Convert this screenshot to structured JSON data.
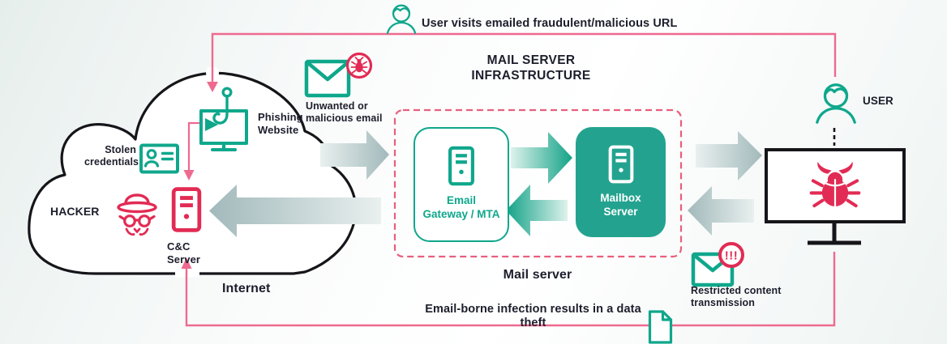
{
  "colors": {
    "green": "#0fa78c",
    "teal_fill": "#23a38f",
    "crimson": "#e22b54",
    "pink_line": "#ee6a8f",
    "dash_pink": "#e85f7c",
    "text": "#1d1e2c",
    "cloud_stroke": "#15151a"
  },
  "captions": {
    "top": "User visits emailed fraudulent/malicious URL",
    "bottom": "Email-borne infection results in a data theft"
  },
  "cloud": {
    "title": "Internet",
    "hacker": "HACKER",
    "stolen_credentials": "Stolen\ncredentials",
    "phishing": "Phishing\nWebsite",
    "cnc": "C&C\nServer"
  },
  "email_in": {
    "label": "Unwanted or\nmalicious email"
  },
  "infrastructure": {
    "title": "MAIL SERVER\nINFRASTRUCTURE",
    "caption": "Mail server",
    "gateway": "Email\nGateway / MTA",
    "mailbox": "Mailbox\nServer"
  },
  "user": {
    "label": "USER"
  },
  "restricted": {
    "label": "Restricted content\ntransmission",
    "badge": "!!!"
  }
}
